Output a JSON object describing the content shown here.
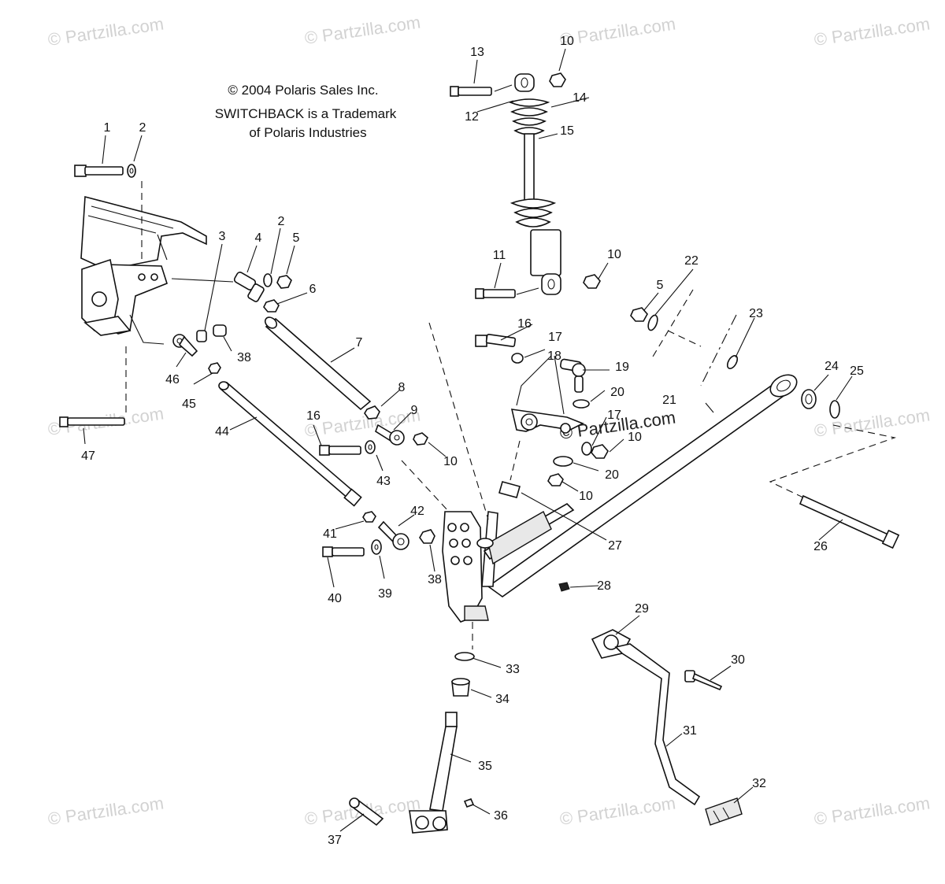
{
  "notice": {
    "line1": "© 2004 Polaris Sales Inc.",
    "line2": "SWITCHBACK is a Trademark",
    "line3": "of Polaris Industries"
  },
  "watermark": "© Partzilla.com",
  "callouts": [
    "1",
    "2",
    "3",
    "4",
    "2",
    "5",
    "6",
    "7",
    "8",
    "9",
    "10",
    "38",
    "46",
    "45",
    "44",
    "47",
    "16",
    "43",
    "10",
    "41",
    "42",
    "40",
    "39",
    "38",
    "13",
    "10",
    "14",
    "12",
    "15",
    "11",
    "10",
    "16",
    "17",
    "18",
    "19",
    "20",
    "17",
    "10",
    "20",
    "10",
    "27",
    "5",
    "22",
    "23",
    "21",
    "24",
    "25",
    "26",
    "28",
    "29",
    "30",
    "31",
    "32",
    "33",
    "34",
    "35",
    "36",
    "37"
  ]
}
